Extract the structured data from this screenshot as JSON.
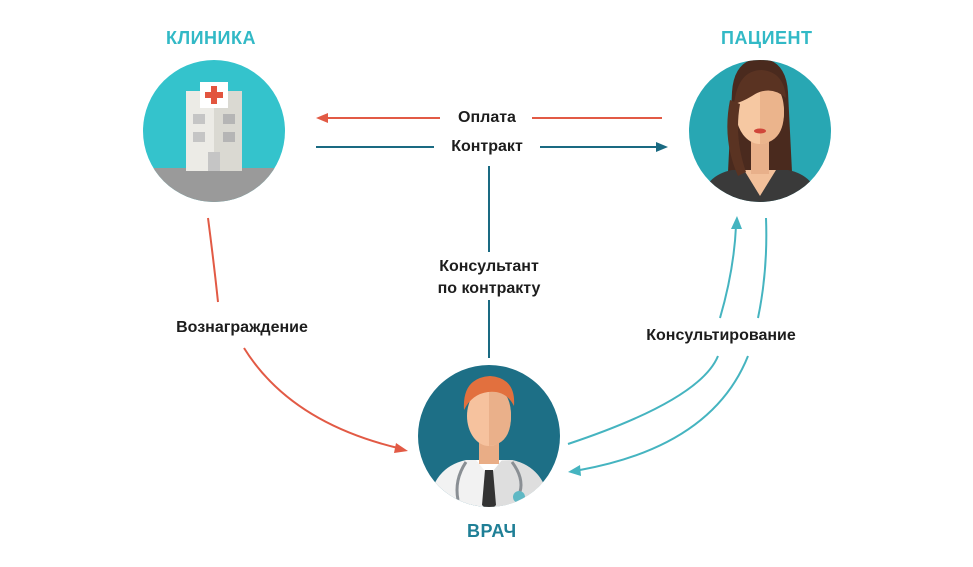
{
  "colors": {
    "title_teal": "#32b9c6",
    "title_dark_teal": "#1f7f96",
    "payment_arrow": "#e25a45",
    "contract_arrow": "#1a6a82",
    "consult_arrow": "#45b4c0",
    "label_text": "#1d1d1d"
  },
  "nodes": {
    "clinic": {
      "title": "КЛИНИКА",
      "icon": "hospital-building-icon"
    },
    "patient": {
      "title": "ПАЦИЕНТ",
      "icon": "woman-avatar-icon"
    },
    "doctor": {
      "title": "ВРАЧ",
      "icon": "doctor-avatar-icon"
    }
  },
  "edges": {
    "payment": "Оплата",
    "contract": "Контракт",
    "contract_consultant": "Консультант\nпо контракту",
    "reward": "Вознаграждение",
    "consulting": "Консультирование"
  }
}
